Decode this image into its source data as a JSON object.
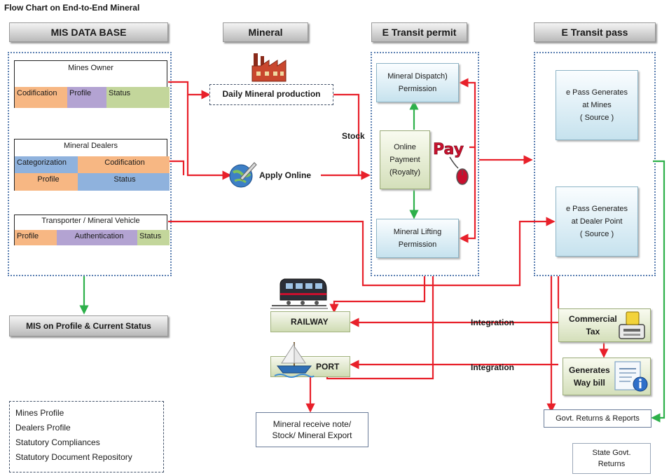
{
  "title": "Flow Chart on End-to-End Mineral",
  "headers": {
    "mis_database": "MIS DATA BASE",
    "mineral": "Mineral",
    "e_transit_permit": "E Transit permit",
    "e_transit_pass": "E Transit pass"
  },
  "mis": {
    "mines_owner": {
      "title": "Mines Owner",
      "cells": [
        "Codification",
        "Profile",
        "Status"
      ]
    },
    "mineral_dealers": {
      "title": "Mineral Dealers",
      "cells": [
        "Categorization",
        "Codification",
        "Profile",
        "Status"
      ]
    },
    "transporter": {
      "title": "Transporter / Mineral Vehicle",
      "cells": [
        "Profile",
        "Authentication",
        "Status"
      ]
    },
    "status_box": "MIS on Profile & Current Status"
  },
  "mineral": {
    "daily_production": "Daily Mineral production",
    "stock_label": "Stock",
    "apply_online": "Apply Online"
  },
  "permit": {
    "dispatch": [
      "Mineral Dispatch)",
      "Permission"
    ],
    "payment": [
      "Online",
      "Payment",
      "(Royalty)"
    ],
    "lifting": [
      "Mineral Lifting",
      "Permission"
    ],
    "pay_icon_text": "Pay"
  },
  "pass": {
    "mines": [
      "e Pass Generates",
      "at Mines",
      "( Source )"
    ],
    "dealer": [
      "e Pass Generates",
      "at Dealer Point",
      "( Source )"
    ]
  },
  "bottom": {
    "railway": "RAILWAY",
    "port": "PORT",
    "integration_1": "Integration",
    "integration_2": "Integration",
    "receive_note": [
      "Mineral receive note/",
      "Stock/ Mineral Export"
    ],
    "commercial_tax": [
      "Commercial",
      "Tax"
    ],
    "way_bill": [
      "Generates",
      "Way bill"
    ],
    "govt_returns": "Govt. Returns & Reports",
    "state_returns": [
      "State Govt.",
      "Returns"
    ]
  },
  "legend": [
    "Mines Profile",
    "Dealers Profile",
    "Statutory Compliances",
    "Statutory Document Repository"
  ],
  "icons": [
    "factory-icon",
    "globe-pen-icon",
    "pay-mouse-icon",
    "train-icon",
    "ship-icon",
    "calculator-icon",
    "document-icon"
  ],
  "colors": {
    "flow_red": "#e8202a",
    "flow_green": "#2db04a",
    "border_blue": "#5b7fb1"
  }
}
